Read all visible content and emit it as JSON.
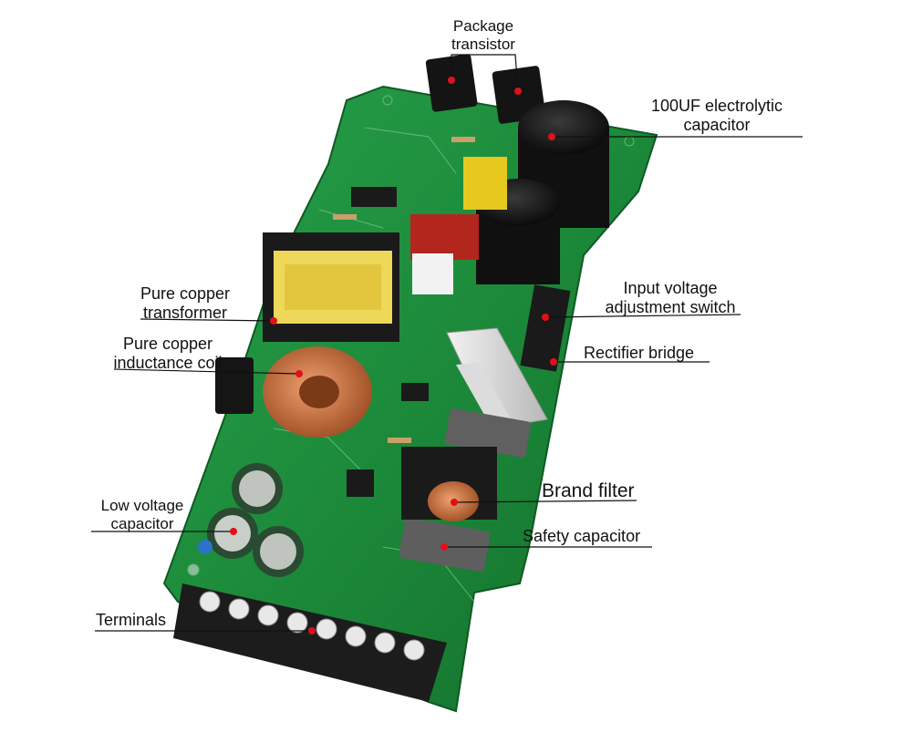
{
  "image": {
    "subject": "switching power supply circuit board with labeled components",
    "marker_color": "#e0101a",
    "board_color": "#1c8a3a",
    "leader_line_color": "#111111"
  },
  "callouts": {
    "package_transistor": {
      "line1": "Package",
      "line2": "transistor"
    },
    "electrolytic_capacitor": {
      "line1": "100UF electrolytic",
      "line2": "capacitor"
    },
    "copper_transformer": {
      "line1": "Pure copper",
      "line2": "transformer"
    },
    "inductance_coil": {
      "line1": "Pure copper",
      "line2": "inductance coil"
    },
    "input_voltage_switch": {
      "line1": "Input voltage",
      "line2": "adjustment switch"
    },
    "rectifier_bridge": {
      "line1": "Rectifier bridge"
    },
    "brand_filter": {
      "line1": "Brand filter"
    },
    "low_voltage_capacitor": {
      "line1": "Low voltage",
      "line2": "capacitor"
    },
    "safety_capacitor": {
      "line1": "Safety capacitor"
    },
    "terminals": {
      "line1": "Terminals"
    }
  }
}
